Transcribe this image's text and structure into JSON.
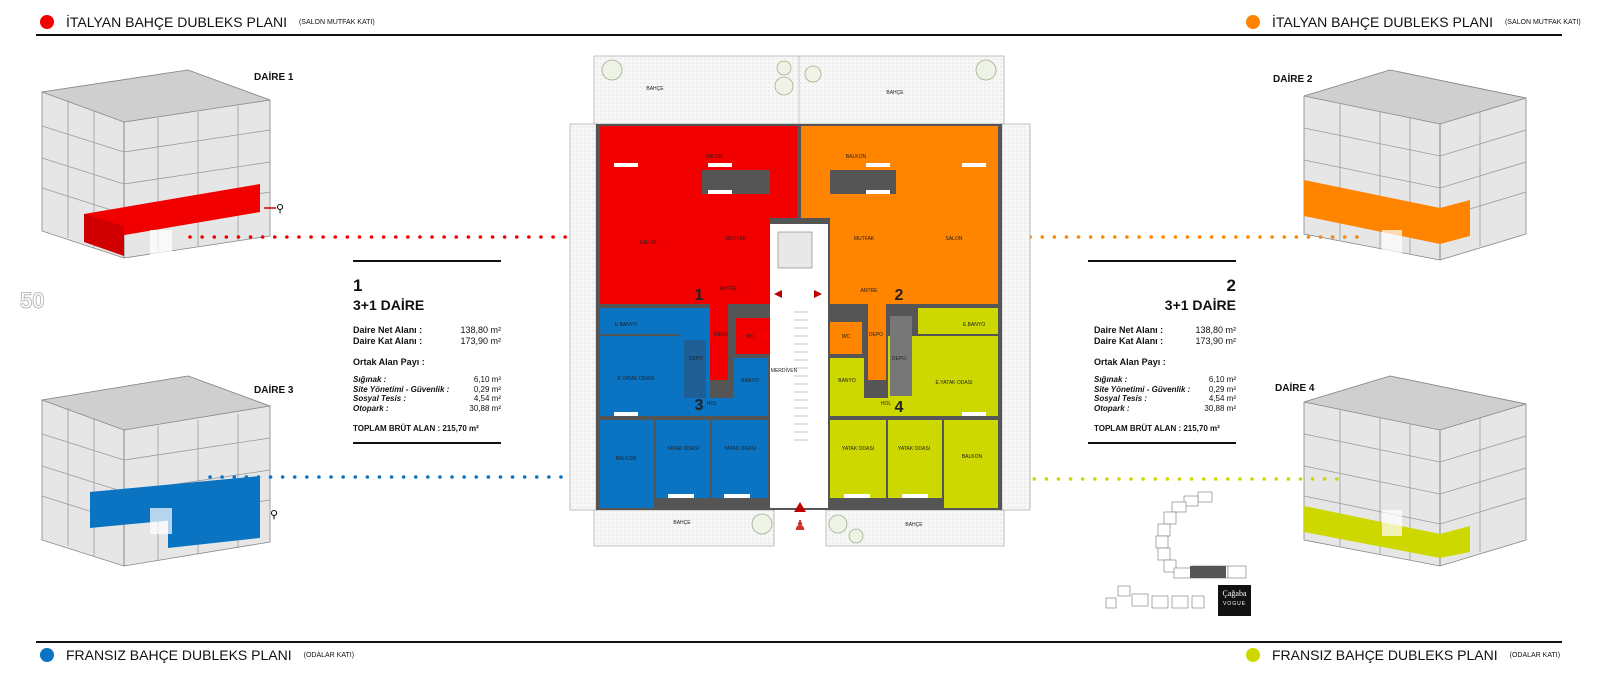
{
  "colors": {
    "red": "#f20000",
    "orange": "#ff8400",
    "blue": "#0a73c2",
    "yellow": "#ccd800"
  },
  "header": {
    "left_title": "İTALYAN BAHÇE DUBLEKS PLANI",
    "left_sub": "(SALON MUTFAK KATI)",
    "right_title": "İTALYAN BAHÇE DUBLEKS PLANI",
    "right_sub": "(SALON MUTFAK KATI)"
  },
  "footer": {
    "left_title": "FRANSIZ BAHÇE DUBLEKS PLANI",
    "left_sub": "(ODALAR KATI)",
    "right_title": "FRANSIZ BAHÇE DUBLEKS PLANI",
    "right_sub": "(ODALAR KATI)"
  },
  "page_number": "50",
  "units": {
    "d1": "DAİRE 1",
    "d2": "DAİRE 2",
    "d3": "DAİRE 3",
    "d4": "DAİRE 4"
  },
  "info_left": {
    "number": "1",
    "title": "3+1 DAİRE",
    "net_label": "Daire Net Alanı :",
    "net_value": "138,80 m²",
    "kat_label": "Daire Kat Alanı :",
    "kat_value": "173,90 m²",
    "ortak_label": "Ortak Alan Payı :",
    "shares": [
      {
        "label": "Sığınak :",
        "value": "6,10 m²"
      },
      {
        "label": "Site Yönetimi - Güvenlik :",
        "value": "0,29 m²"
      },
      {
        "label": "Sosyal Tesis :",
        "value": "4,54 m²"
      },
      {
        "label": "Otopark :",
        "value": "30,88 m²"
      }
    ],
    "total": "TOPLAM BRÜT ALAN : 215,70 m²"
  },
  "info_right": {
    "number": "2",
    "title": "3+1 DAİRE",
    "net_label": "Daire Net Alanı :",
    "net_value": "138,80 m²",
    "kat_label": "Daire Kat Alanı :",
    "kat_value": "173,90 m²",
    "ortak_label": "Ortak Alan Payı :",
    "shares": [
      {
        "label": "Sığınak :",
        "value": "6,10 m²"
      },
      {
        "label": "Site Yönetimi - Güvenlik :",
        "value": "0,29 m²"
      },
      {
        "label": "Sosyal Tesis :",
        "value": "4,54 m²"
      },
      {
        "label": "Otopark :",
        "value": "30,88 m²"
      }
    ],
    "total": "TOPLAM BRÜT ALAN : 215,70 m²"
  },
  "plan": {
    "bahce": "BAHÇE",
    "salon": "SALON",
    "balkon": "BALKON",
    "mutfak": "MUTFAK",
    "antre": "ANTRE",
    "ebanyo": "E.BANYO",
    "depo": "DEPO",
    "wc": "WC",
    "eyatak": "E.YATAK ODASI",
    "banyo": "BANYO",
    "hol": "HOL",
    "yatak": "YATAK ODASI",
    "merdiven": "MERDİVEN",
    "n1": "1",
    "n2": "2",
    "n3": "3",
    "n4": "4"
  },
  "brand": {
    "line1": "Çağaba",
    "line2": "VOGUE"
  }
}
